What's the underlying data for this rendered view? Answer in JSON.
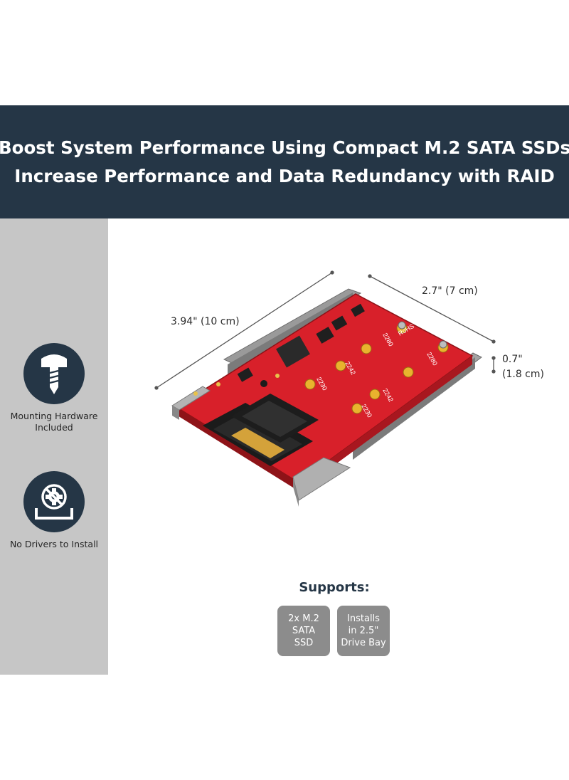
{
  "banner": {
    "line1": "Boost System Performance Using Compact M.2 SATA SSDs",
    "line2": "Increase Performance and Data Redundancy with RAID"
  },
  "features": [
    {
      "icon": "screw-icon",
      "label_line1": "Mounting Hardware",
      "label_line2": "Included"
    },
    {
      "icon": "no-drivers-icon",
      "label_line1": "No Drivers to Install"
    }
  ],
  "dimensions": {
    "length": "3.94\" (10 cm)",
    "width": "2.7\" (7 cm)",
    "height_line1": "0.7\"",
    "height_line2": "(1.8 cm)"
  },
  "supports": {
    "title": "Supports:",
    "badges": [
      {
        "line1": "2x M.2",
        "line2": "SATA",
        "line3": "SSD"
      },
      {
        "line1": "Installs",
        "line2": "in 2.5\"",
        "line3": "Drive Bay"
      }
    ]
  },
  "board_labels": {
    "rohs": "RoHS",
    "size_2280": "2280",
    "size_2242": "2242",
    "size_2230": "2230"
  },
  "colors": {
    "banner": "#253646",
    "sidebar": "#c6c6c6",
    "pcb": "#d8202a",
    "badge": "#8c8c8c"
  }
}
